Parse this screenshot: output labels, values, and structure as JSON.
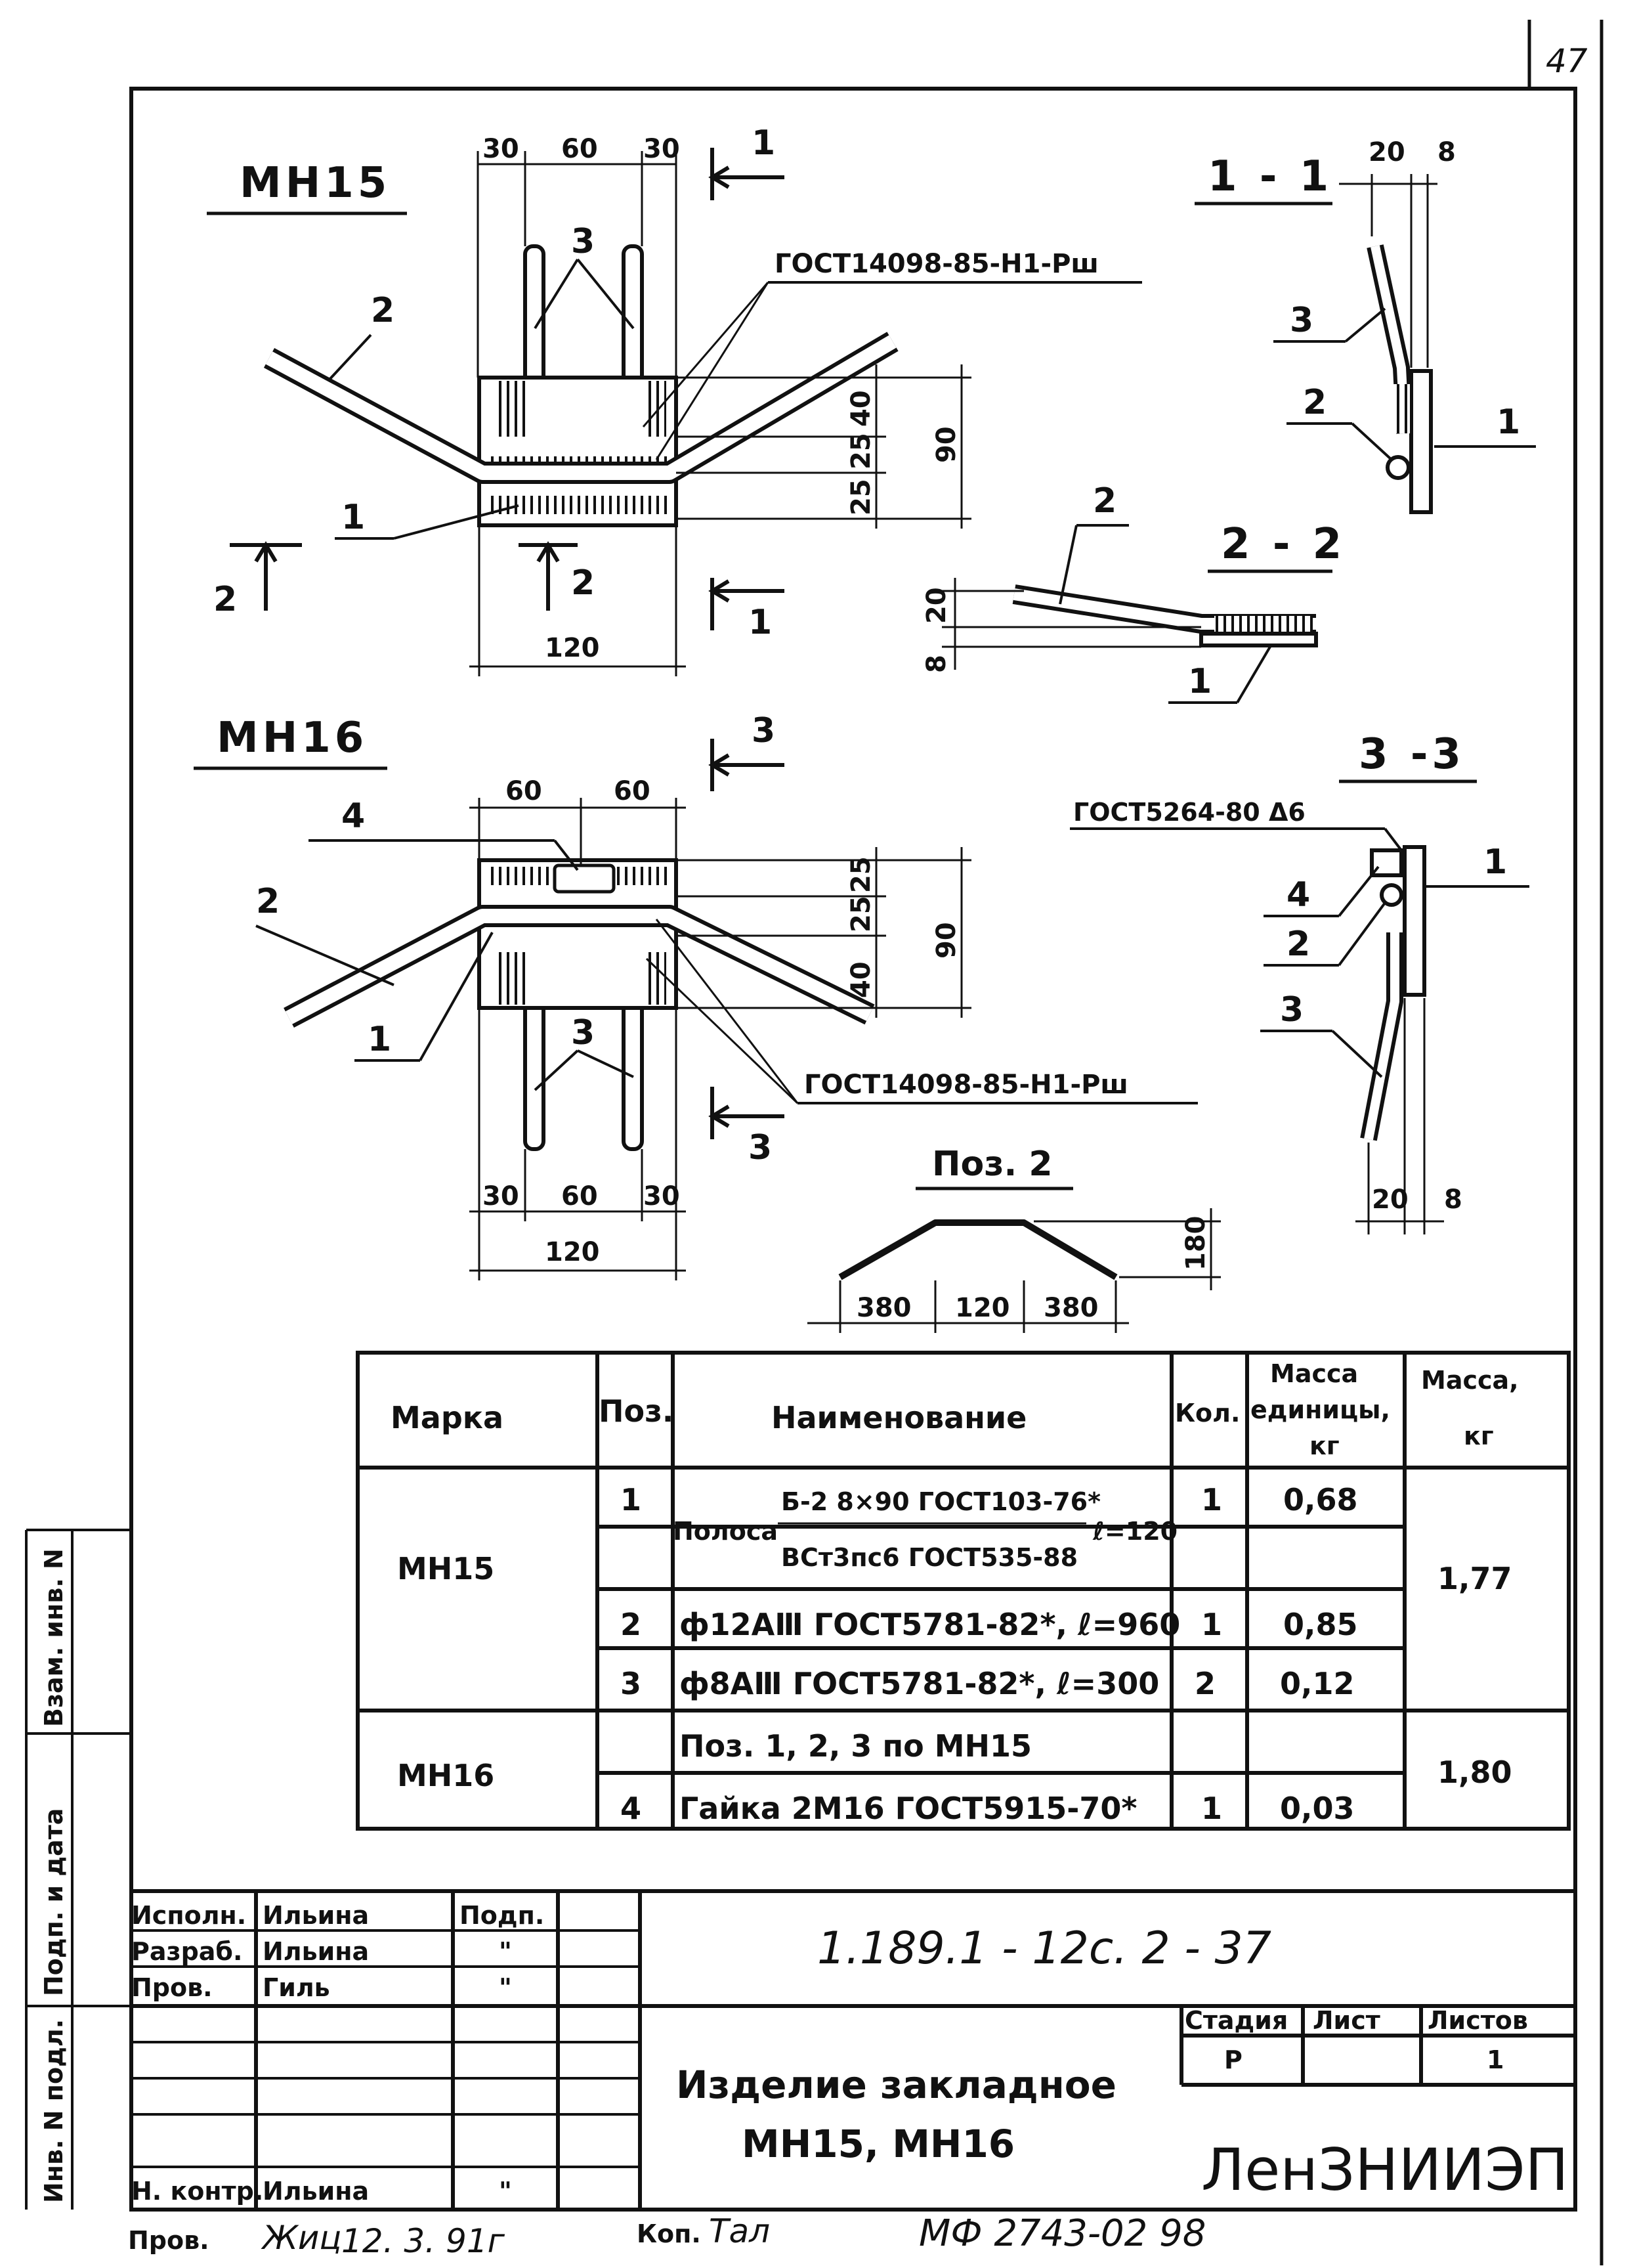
{
  "sheet": {
    "corner_number": "47"
  },
  "views": {
    "mh15": {
      "title": "МН15",
      "pos_labels": [
        "1",
        "2",
        "3"
      ],
      "gost_note": "ГОСТ14098-85-Н1-Рш",
      "dims_top": [
        "30",
        "60",
        "30"
      ],
      "dim_bottom": "120",
      "dims_right": [
        "40",
        "25",
        "25"
      ],
      "dim_right_total": "90",
      "section_marks": {
        "s1_top": "1",
        "s1_bottom": "1",
        "s2_left": "2",
        "s2_center": "2"
      }
    },
    "mh16": {
      "title": "МН16",
      "pos_labels": [
        "1",
        "2",
        "3",
        "4"
      ],
      "gost_note": "ГОСТ14098-85-Н1-Рш",
      "dims_top": [
        "60",
        "60"
      ],
      "dims_bottom": [
        "30",
        "60",
        "30"
      ],
      "dim_bottom_total": "120",
      "dims_right": [
        "25",
        "25",
        "40"
      ],
      "dim_right_total": "90",
      "section_marks": {
        "s3_top": "3",
        "s3_bottom": "3"
      }
    },
    "sec11": {
      "title": "1 - 1",
      "dims": [
        "20",
        "8"
      ],
      "labels": [
        "3",
        "2",
        "1"
      ]
    },
    "sec22": {
      "title": "2 - 2",
      "dims": [
        "20",
        "8"
      ],
      "labels": [
        "2",
        "1"
      ]
    },
    "sec33": {
      "title": "3 -3",
      "weld_note": "ГОСТ5264-80 Δ6",
      "dims": [
        "20",
        "8"
      ],
      "labels": [
        "4",
        "1",
        "2",
        "3"
      ]
    },
    "pos2": {
      "title": "Поз. 2",
      "dims": [
        "380",
        "120",
        "380"
      ],
      "height": "180"
    }
  },
  "spec_table": {
    "headers": {
      "mark": "Марка",
      "pos": "Поз.",
      "name": "Наименование",
      "qty": "Кол.",
      "unit_mass": [
        "Масса",
        "единицы,",
        "кг"
      ],
      "mass": [
        "Масса,",
        "кг"
      ]
    },
    "groups": [
      {
        "mark": "МН15",
        "total_mass": "1,77",
        "rows": [
          {
            "pos": "1",
            "name_prefix": "Полоса",
            "name_num": "Б-2 8×90 ГОСТ103-76*",
            "name_den": "ВСт3пс6 ГОСТ535-88",
            "name_suffix": "ℓ=120",
            "qty": "1",
            "unit_mass": "0,68"
          },
          {
            "pos": "2",
            "name": "ф12АⅢ ГОСТ5781-82*, ℓ=960",
            "qty": "1",
            "unit_mass": "0,85"
          },
          {
            "pos": "3",
            "name": "ф8АⅢ ГОСТ5781-82*, ℓ=300",
            "qty": "2",
            "unit_mass": "0,12"
          }
        ]
      },
      {
        "mark": "МН16",
        "total_mass": "1,80",
        "rows": [
          {
            "pos": "",
            "name": "Поз. 1, 2, 3 по МН15",
            "qty": "",
            "unit_mass": ""
          },
          {
            "pos": "4",
            "name": "Гайка 2М16 ГОСТ5915-70*",
            "qty": "1",
            "unit_mass": "0,03"
          }
        ]
      }
    ]
  },
  "side_strip": {
    "vzam": "Взам. инв. N",
    "podp": "Подп. и дата",
    "inv": "Инв. N подл."
  },
  "title_block": {
    "sign_rows": [
      {
        "role": "Исполн.",
        "name": "Ильина",
        "sign": "Подп."
      },
      {
        "role": "Разраб.",
        "name": "Ильина",
        "sign": "\""
      },
      {
        "role": "Пров.",
        "name": "Гиль",
        "sign": "\""
      },
      {
        "role": "",
        "name": "",
        "sign": ""
      },
      {
        "role": "",
        "name": "",
        "sign": ""
      },
      {
        "role": "",
        "name": "",
        "sign": ""
      },
      {
        "role": "",
        "name": "",
        "sign": ""
      },
      {
        "role": "Н. контр.",
        "name": "Ильина",
        "sign": "\""
      }
    ],
    "doc_code": "1.189.1 - 12с. 2 - 37",
    "product_name": [
      "Изделие закладное",
      "МН15, МН16"
    ],
    "stage_label": "Стадия",
    "sheet_label": "Лист",
    "sheets_label": "Листов",
    "stage": "Р",
    "sheet": "",
    "sheets": "1",
    "org": "ЛенЗНИИЭП"
  },
  "bottom_notes": {
    "prov": "Пров.",
    "prov_sign": "Жиц",
    "date": "12. 3. 91г",
    "kop": "Коп.",
    "kop_sign": "Тал",
    "archive": "МФ 2743-02 98"
  }
}
